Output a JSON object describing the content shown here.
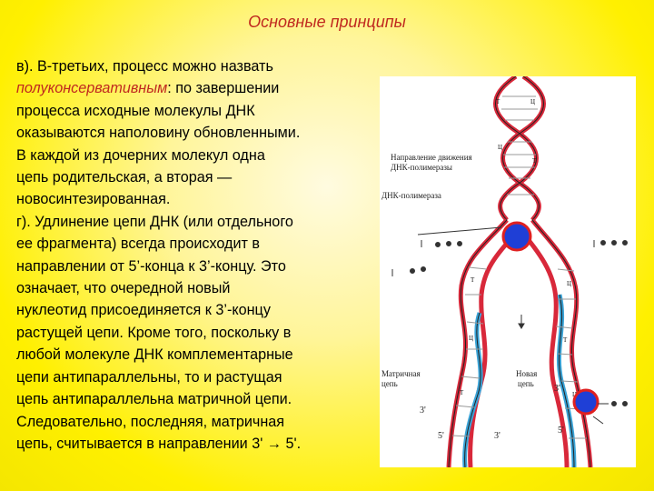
{
  "title": "Основные принципы",
  "paragraphs": {
    "l1": "в). В-третьих, процесс можно назвать",
    "l2_em": "полуконсервативным",
    "l2_rest": ": по завершении",
    "l3": "процесса исходные молекулы ДНК",
    "l4": "оказываются наполовину обновленными.",
    "l5": "В каждой из дочерних молекул одна",
    "l6": "цепь родительская, а вторая —",
    "l7": "новосинтезированная.",
    "l8": "г). Удлинение цепи ДНК (или отдельного",
    "l9": "ее фрагмента) всегда происходит в",
    "l10": "направлении от 5’-конца к 3’-концу. Это",
    "l11": "означает, что очередной новый",
    "l12": "нуклеотид присоединяется к 3’-концу",
    "l13": "растущей цепи. Кроме того, поскольку в",
    "l14": "любой молекуле ДНК комплементарные",
    "l15": "цепи антипараллельны, то и растущая",
    "l16": "цепь антипараллельна матричной цепи.",
    "l17": "Следовательно, последняя, матричная",
    "l18": "цепь, считывается в направлении 3' → 5'."
  },
  "figure": {
    "label_direction_1": "Направление движения",
    "label_direction_2": "ДНК-полимеразы",
    "label_polymerase": "ДНК-полимераза",
    "label_template_1": "Матричная",
    "label_template_2": "цепь",
    "label_new_1": "Новая",
    "label_new_2": "цепь",
    "end_3_left": "3'",
    "end_5_left": "5'",
    "end_3_mid": "3'",
    "end_3_right": "3'",
    "end_5_right": "5'",
    "nucleotide_T": "Т",
    "nucleotide_C": "Ц",
    "colors": {
      "parent_strand": "#d8283a",
      "new_strand": "#3aa4d8",
      "polymerase": "#1f3fd6",
      "polymerase_ring": "#e02020"
    }
  }
}
